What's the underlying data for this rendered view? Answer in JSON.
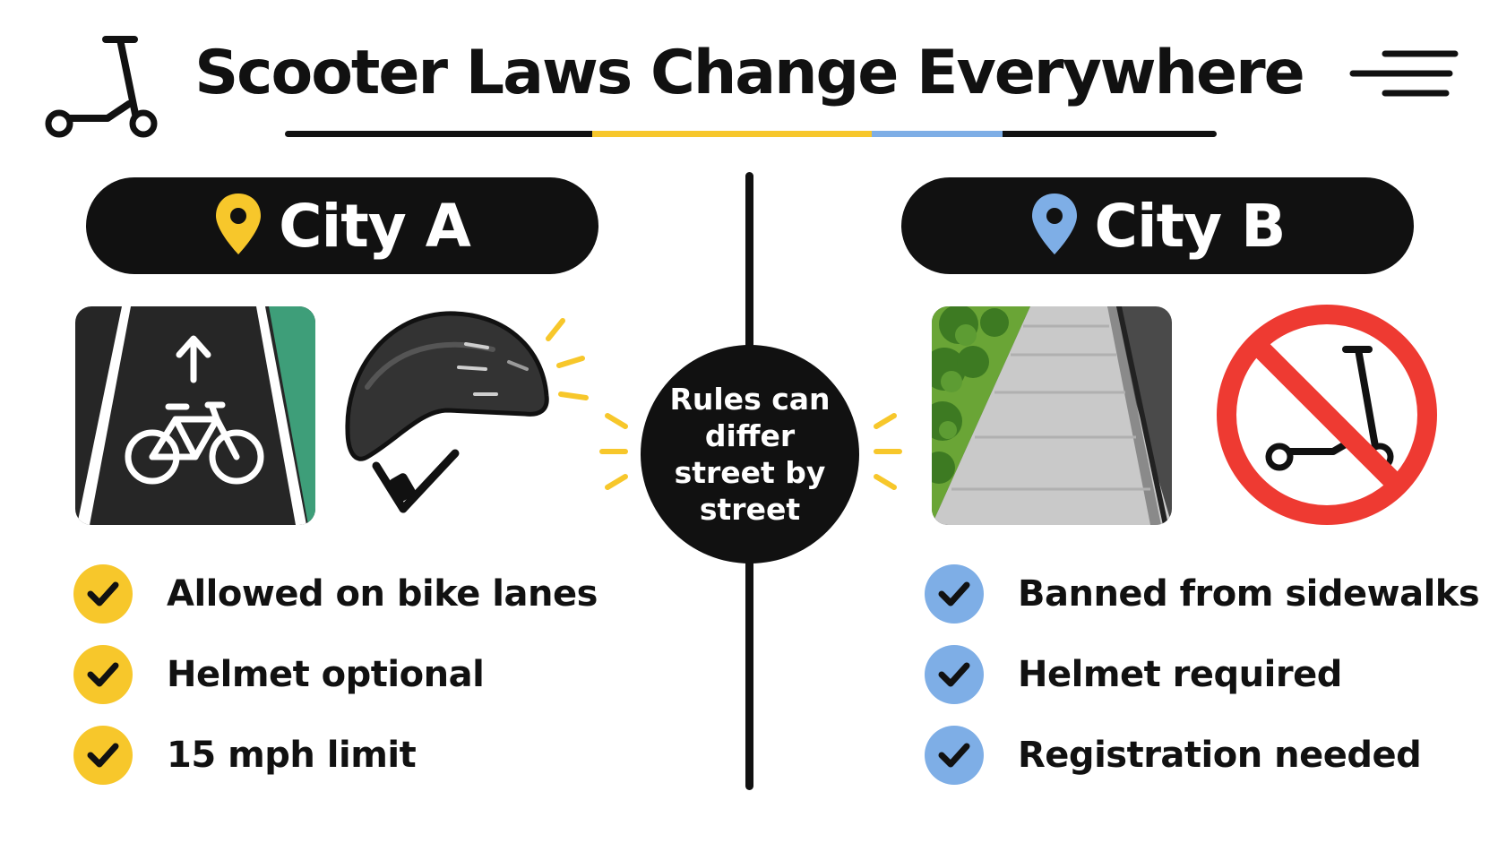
{
  "header": {
    "title": "Scooter Laws Change Everywhere",
    "scooter_icon": "kick-scooter-icon",
    "speed_icon": "speed-lines-icon",
    "underline_colors": [
      "#111111",
      "#f7c72b",
      "#7eaee6",
      "#111111"
    ]
  },
  "center": {
    "text": "Rules can differ street by street"
  },
  "colors": {
    "dark": "#111111",
    "yellow": "#f7c72b",
    "blue": "#7eaee6",
    "red": "#ee3a32",
    "green": "#3e9e79"
  },
  "city_a": {
    "label": "City A",
    "pin_icon": "location-pin-icon",
    "pin_color": "#f7c72b",
    "images": [
      "bike-lane-icon",
      "bike-helmet-icon"
    ],
    "rules": [
      {
        "text": "Allowed on bike lanes",
        "icon": "check-icon"
      },
      {
        "text": "Helmet optional",
        "icon": "check-icon"
      },
      {
        "text": "15 mph limit",
        "icon": "check-icon"
      }
    ]
  },
  "city_b": {
    "label": "City B",
    "pin_icon": "location-pin-icon",
    "pin_color": "#7eaee6",
    "images": [
      "sidewalk-icon",
      "no-scooter-icon"
    ],
    "rules": [
      {
        "text": "Banned from sidewalks",
        "icon": "check-icon"
      },
      {
        "text": "Helmet required",
        "icon": "check-icon"
      },
      {
        "text": "Registration needed",
        "icon": "check-icon"
      }
    ]
  }
}
